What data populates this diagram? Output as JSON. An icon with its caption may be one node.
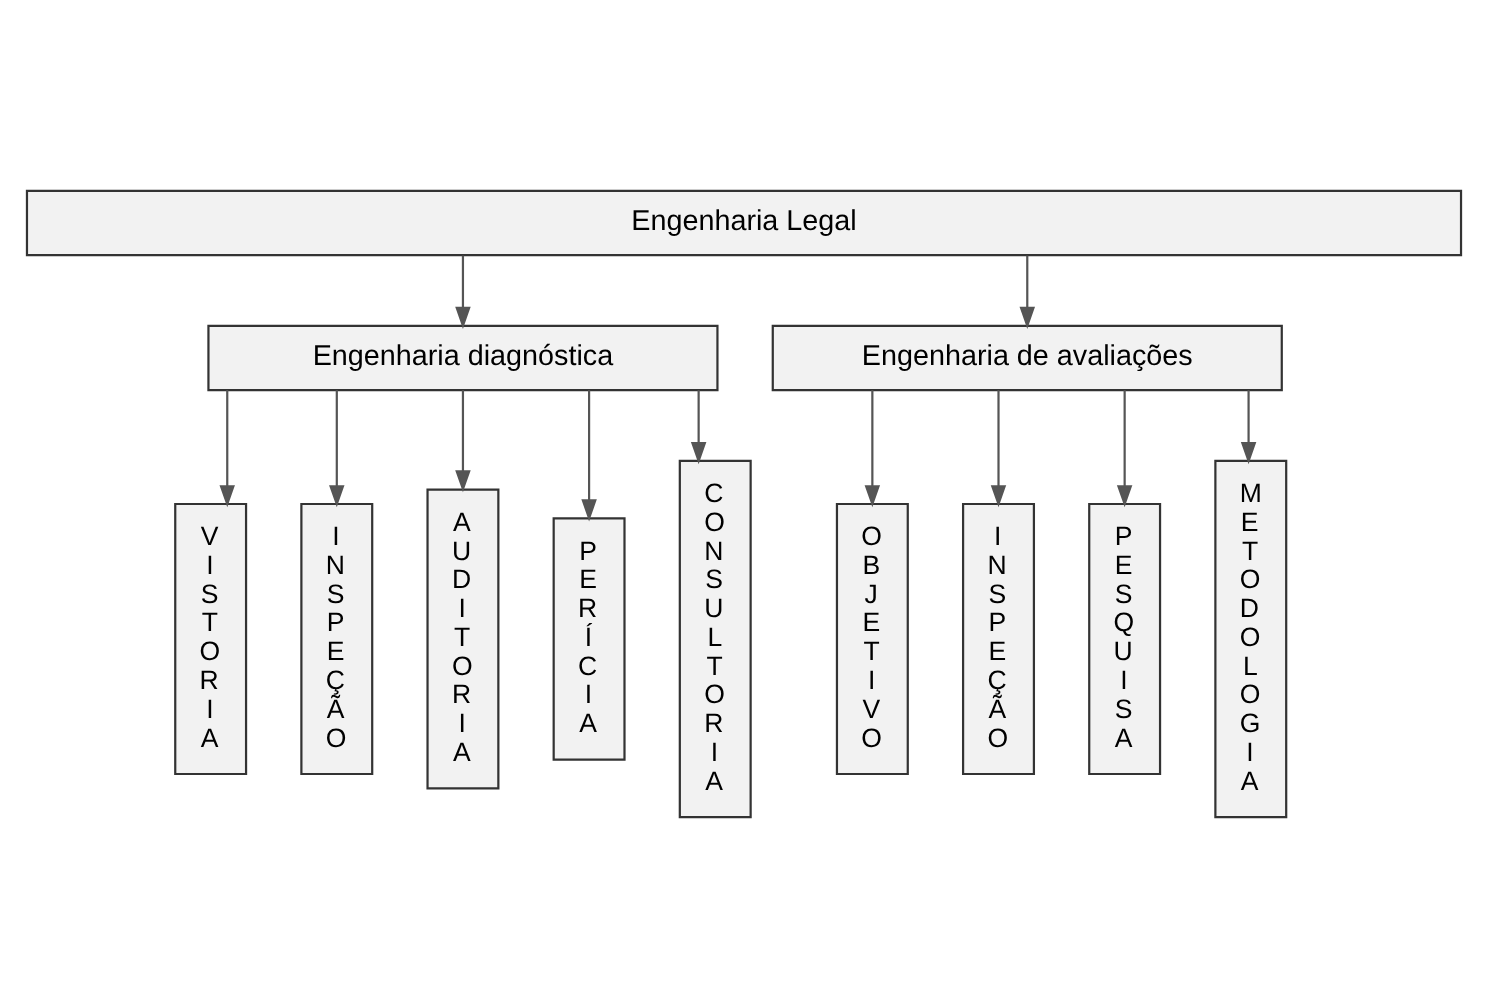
{
  "diagram": {
    "nodes": [
      {
        "text": [
          "Engenharia Legal"
        ]
      },
      {
        "text": [
          "Engenharia diagnóstica"
        ]
      },
      {
        "text": [
          "Engenharia de avaliações"
        ]
      },
      {
        "text": [
          "VISTORIA"
        ]
      },
      {
        "text": [
          "INSPEÇÃO"
        ]
      },
      {
        "text": [
          "AUDITORIA"
        ]
      },
      {
        "text": [
          "PERÍCIA"
        ]
      },
      {
        "text": [
          "CONSULTORIA"
        ]
      },
      {
        "text": [
          "OBJETIVO"
        ]
      },
      {
        "text": [
          "INSPEÇÃO"
        ]
      },
      {
        "text": [
          "PESQUISA"
        ]
      },
      {
        "text": [
          "METODOLOGIA"
        ]
      }
    ],
    "edges": [
      {
        "from": 0,
        "to": 1,
        "arrow": "to"
      },
      {
        "from": 0,
        "to": 2,
        "arrow": "to"
      },
      {
        "from": 1,
        "to": 3,
        "arrow": "to"
      },
      {
        "from": 1,
        "to": 4,
        "arrow": "to"
      },
      {
        "from": 1,
        "to": 5,
        "arrow": "to"
      },
      {
        "from": 1,
        "to": 6,
        "arrow": "to"
      },
      {
        "from": 1,
        "to": 7,
        "arrow": "to"
      },
      {
        "from": 2,
        "to": 8,
        "arrow": "to"
      },
      {
        "from": 2,
        "to": 9,
        "arrow": "to"
      },
      {
        "from": 2,
        "to": 10,
        "arrow": "to"
      },
      {
        "from": 2,
        "to": 11,
        "arrow": "to"
      }
    ]
  }
}
